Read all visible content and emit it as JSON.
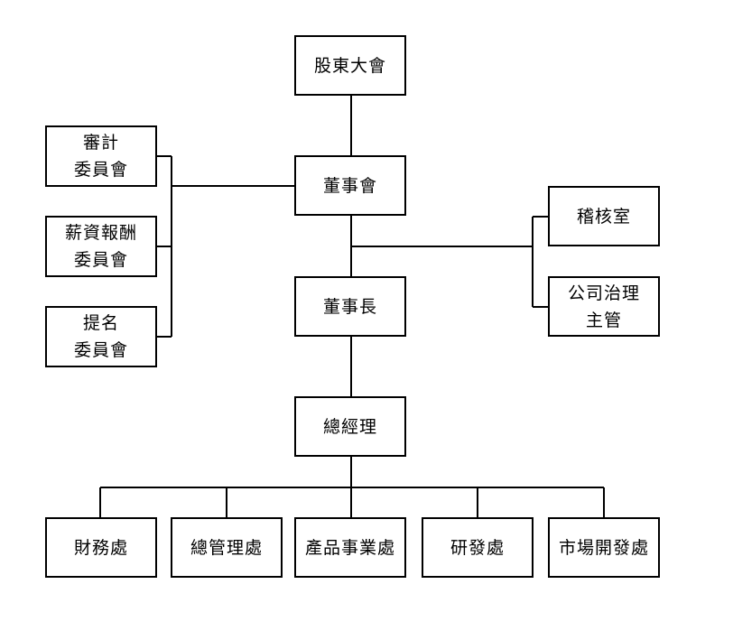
{
  "org": {
    "shareholders": "股東大會",
    "board": "董事會",
    "chairman": "董事長",
    "president": "總經理",
    "audit_office": "稽核室",
    "governance": {
      "line1": "公司治理",
      "line2": "主管"
    },
    "committees": [
      {
        "line1": "審計",
        "line2": "委員會"
      },
      {
        "line1": "薪資報酬",
        "line2": "委員會"
      },
      {
        "line1": "提名",
        "line2": "委員會"
      }
    ],
    "departments": [
      "財務處",
      "總管理處",
      "產品事業處",
      "研發處",
      "市場開發處"
    ]
  }
}
